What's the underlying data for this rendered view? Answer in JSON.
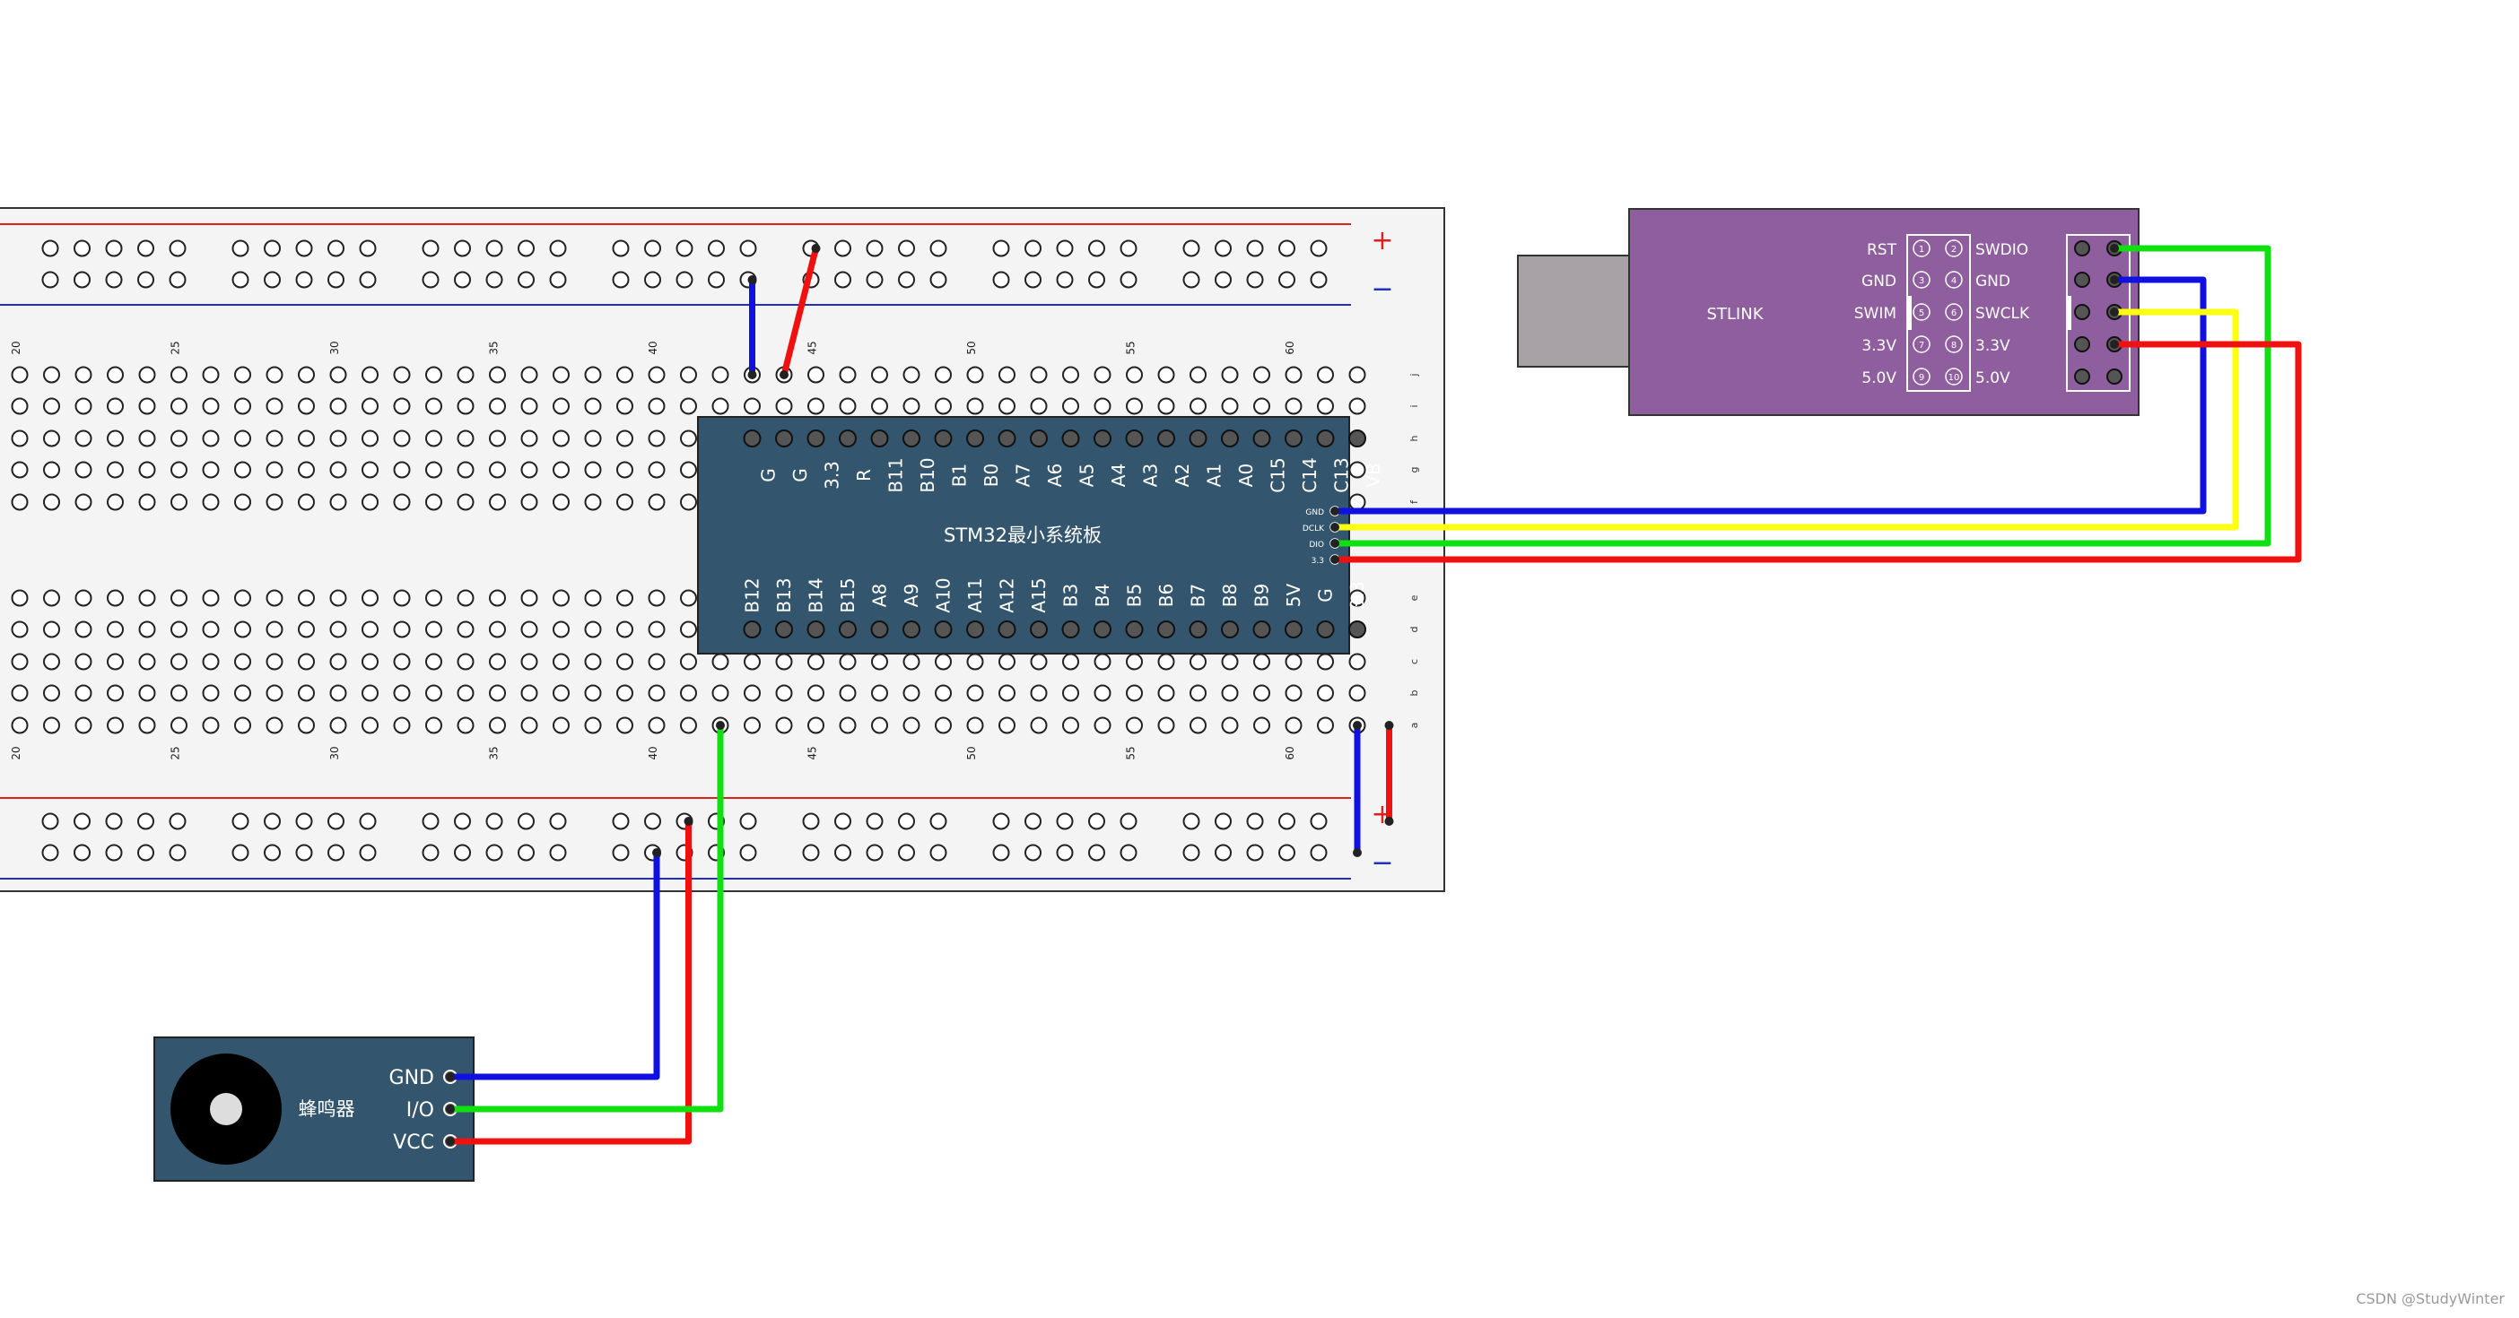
{
  "breadboard": {
    "top_columns": [
      "20",
      "25",
      "30",
      "35",
      "40",
      "45",
      "50",
      "55",
      "60"
    ],
    "bottom_columns": [
      "20",
      "25",
      "30",
      "35",
      "40",
      "45",
      "50",
      "55",
      "60"
    ],
    "rows_top": [
      "j",
      "i",
      "h",
      "g",
      "f"
    ],
    "rows_bottom": [
      "e",
      "d",
      "c",
      "b",
      "a"
    ],
    "rail_plus": "+",
    "rail_minus": "−",
    "colors": {
      "rail_red": "#e02020",
      "rail_blue": "#2030c0",
      "body": "#f3f3f3"
    }
  },
  "mcu": {
    "title": "STM32最小系统板",
    "top_pins": [
      "G",
      "G",
      "3.3",
      "R",
      "B11",
      "B10",
      "B1",
      "B0",
      "A7",
      "A6",
      "A5",
      "A4",
      "A3",
      "A2",
      "A1",
      "A0",
      "C15",
      "C14",
      "C13",
      "VB"
    ],
    "bottom_pins": [
      "B12",
      "B13",
      "B14",
      "B15",
      "A8",
      "A9",
      "A10",
      "A11",
      "A12",
      "A15",
      "B3",
      "B4",
      "B5",
      "B6",
      "B7",
      "B8",
      "B9",
      "5V",
      "G",
      "3.3"
    ],
    "debug_pins": [
      "GND",
      "DCLK",
      "DIO",
      "3.3"
    ],
    "color": "#33566e"
  },
  "stlink": {
    "title": "STLINK",
    "left_labels": [
      "RST",
      "GND",
      "SWIM",
      "3.3V",
      "5.0V"
    ],
    "right_labels": [
      "SWDIO",
      "GND",
      "SWCLK",
      "3.3V",
      "5.0V"
    ],
    "pin_numbers_left": [
      "1",
      "3",
      "5",
      "7",
      "9"
    ],
    "pin_numbers_right": [
      "2",
      "4",
      "6",
      "8",
      "10"
    ],
    "color": "#8f5e9e"
  },
  "buzzer": {
    "title": "蜂鸣器",
    "pins": [
      "GND",
      "I/O",
      "VCC"
    ],
    "color": "#33566e"
  },
  "wire_colors": {
    "gnd": "#1010e0",
    "vcc": "#f01010",
    "signal": "#10e010",
    "clock": "#ffff10"
  },
  "watermark": "CSDN @StudyWinter"
}
